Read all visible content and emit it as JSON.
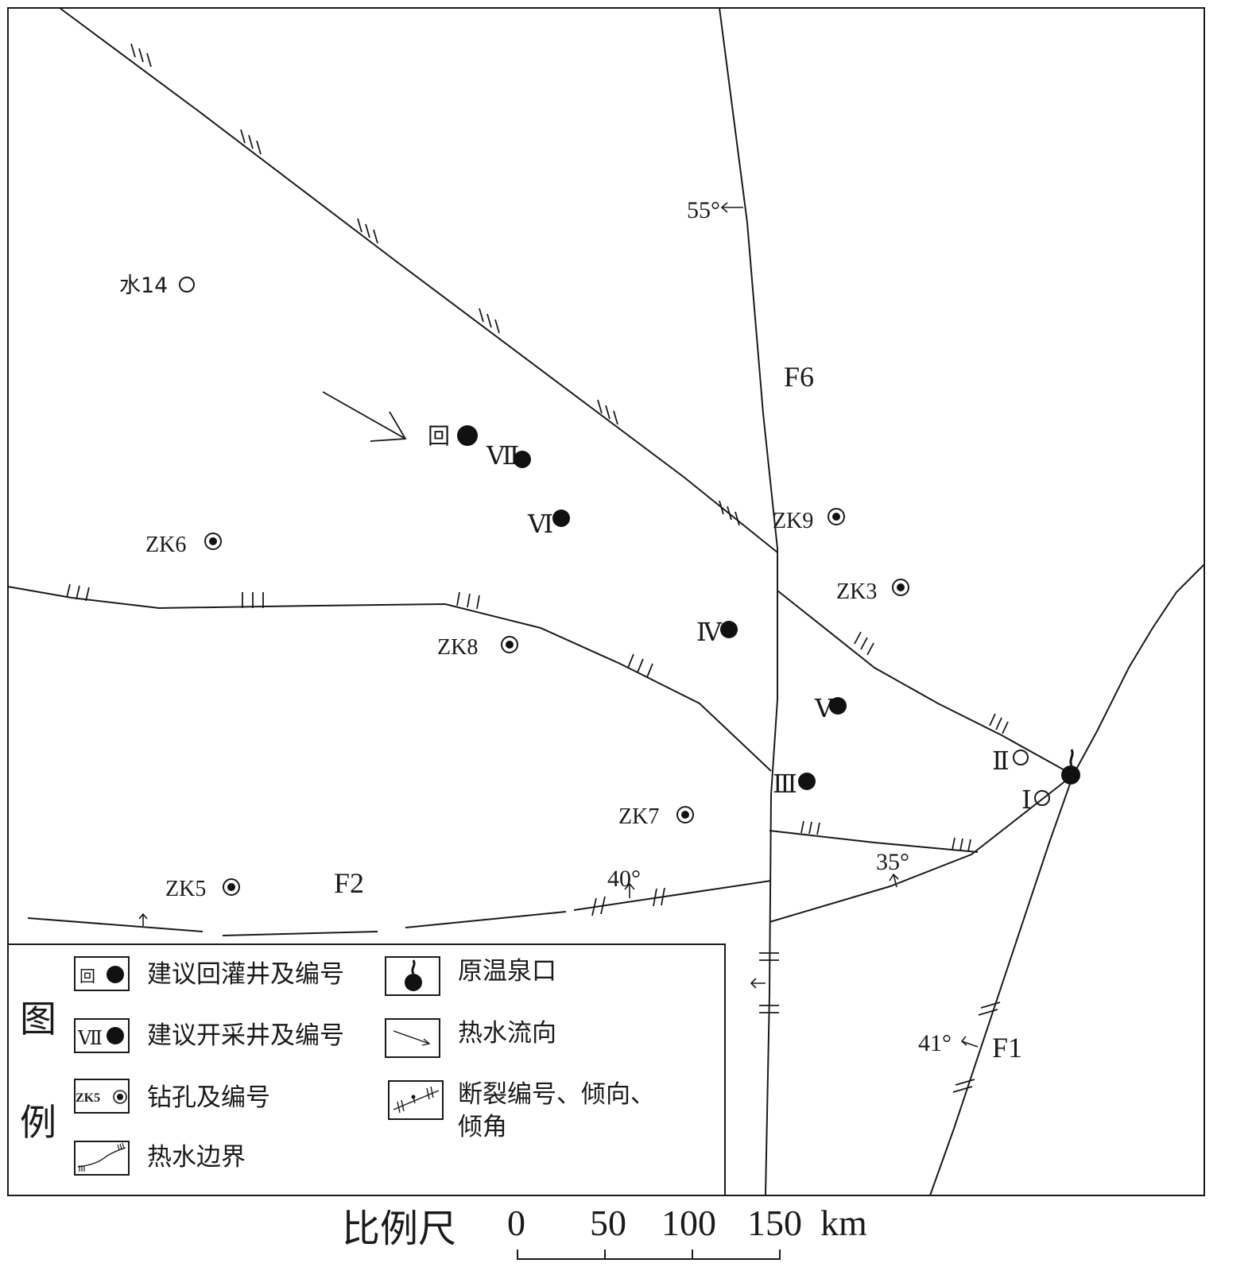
{
  "faults": {
    "f6": "F6",
    "f2": "F2",
    "f1": "F1"
  },
  "dips": {
    "f6": "55°",
    "f2": "40°",
    "inner": "35°",
    "f1": "41°"
  },
  "wells": {
    "water14": "水14",
    "reinject": "回",
    "w7": "Ⅶ",
    "w6": "Ⅵ",
    "w4": "Ⅳ",
    "w5": "Ⅴ",
    "w3": "Ⅲ",
    "w2": "Ⅱ",
    "w1": "Ⅰ",
    "zk3": "ZK3",
    "zk5": "ZK5",
    "zk6": "ZK6",
    "zk7": "ZK7",
    "zk8": "ZK8",
    "zk9": "ZK9"
  },
  "legend": {
    "title_1": "图",
    "title_2": "例",
    "reinjection_well": "建议回灌井及编号",
    "reinjection_symbol": "回",
    "production_well": "建议开采井及编号",
    "production_symbol": "Ⅶ",
    "borehole": "钻孔及编号",
    "borehole_symbol": "ZK5",
    "hot_water_boundary": "热水边界",
    "spring": "原温泉口",
    "flow_direction": "热水流向",
    "fault_line1": "断裂编号、倾向、",
    "fault_line2": "倾角"
  },
  "scale": {
    "label": "比例尺",
    "t0": "0",
    "t1": "50",
    "t2": "100",
    "t3": "150",
    "unit": "km"
  }
}
